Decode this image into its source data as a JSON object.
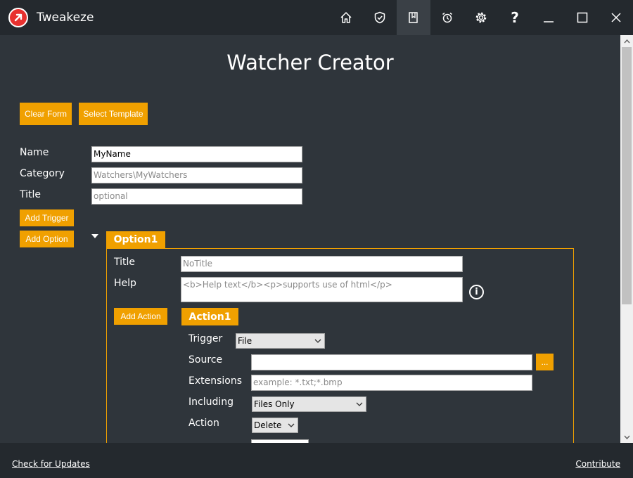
{
  "app": {
    "title": "Tweakeze"
  },
  "titlebar": {
    "buttons": [
      {
        "icon": "home-icon"
      },
      {
        "icon": "shield-check-icon"
      },
      {
        "icon": "book-icon",
        "active": true
      },
      {
        "icon": "alarm-clock-icon"
      },
      {
        "icon": "gear-icon"
      },
      {
        "icon": "help-icon",
        "glyph": "?"
      },
      {
        "icon": "minimize-icon"
      },
      {
        "icon": "maximize-icon"
      },
      {
        "icon": "close-icon"
      }
    ]
  },
  "page": {
    "title": "Watcher Creator"
  },
  "toolbar": {
    "clear_form": "Clear Form",
    "select_template": "Select Template"
  },
  "form": {
    "name_label": "Name",
    "name_value": "MyName",
    "category_label": "Category",
    "category_placeholder": "Watchers\\MyWatchers",
    "title_label": "Title",
    "title_placeholder": "optional",
    "add_trigger": "Add Trigger",
    "add_option": "Add Option"
  },
  "option": {
    "header": "Option1",
    "title_label": "Title",
    "title_placeholder": "NoTitle",
    "help_label": "Help",
    "help_placeholder": "<b>Help text</b><p>supports use of html</p>",
    "info_glyph": "i",
    "add_action": "Add Action"
  },
  "action": {
    "header": "Action1",
    "trigger_label": "Trigger",
    "trigger_value": "File",
    "source_label": "Source",
    "source_value": "",
    "browse_label": "...",
    "extensions_label": "Extensions",
    "extensions_placeholder": "example: *.txt;*.bmp",
    "including_label": "Including",
    "including_value": "Files Only",
    "action_label": "Action",
    "action_value": "Delete"
  },
  "footer": {
    "check_updates": "Check for Updates",
    "contribute": "Contribute"
  },
  "colors": {
    "accent": "#f0a000",
    "background": "#2f353b",
    "titlebar": "#24292e",
    "logo": "#e8312f"
  }
}
